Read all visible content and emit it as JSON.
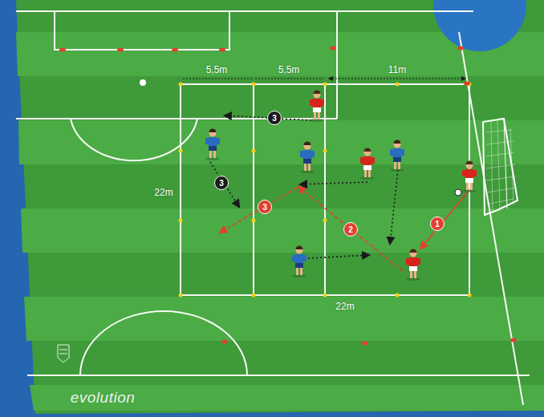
{
  "diagram": {
    "labels": [
      "5,5m",
      "5,5m",
      "11m",
      "22m",
      "22m",
      "3",
      "3",
      "3",
      "2",
      "1",
      "evolution"
    ]
  }
}
